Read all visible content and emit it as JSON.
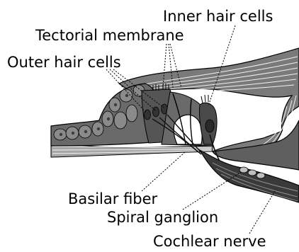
{
  "labels": {
    "inner_hair_cells": "Inner hair cells",
    "tectorial_membrane": "Tectorial membrane",
    "outer_hair_cells": "Outer hair cells",
    "basilar_fiber": "Basilar fiber",
    "spiral_ganglion": "Spiral ganglion",
    "cochlear_nerve": "Cochlear nerve"
  },
  "colors": {
    "tissue_dark": "#595959",
    "tissue_mid": "#7a7a7a",
    "tissue_light": "#a6a6a6",
    "outline": "#000000",
    "background": "#ffffff"
  }
}
